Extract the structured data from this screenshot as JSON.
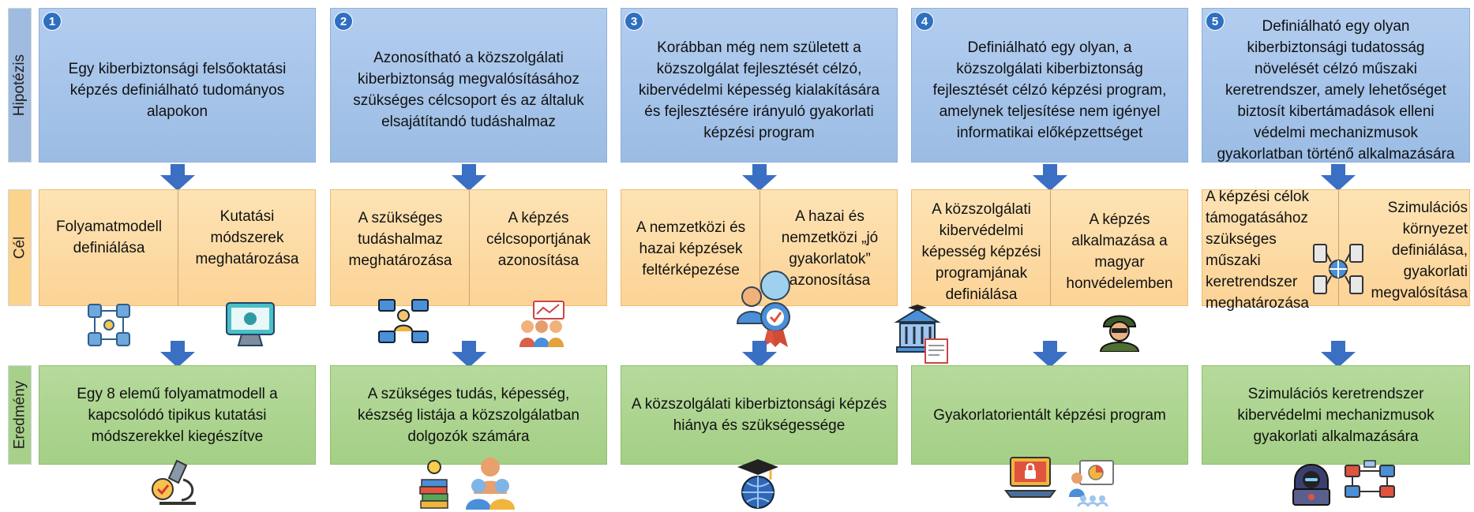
{
  "row_labels": {
    "hypothesis": "Hipotézis",
    "goal": "Cél",
    "result": "Eredmény"
  },
  "columns": [
    {
      "number": "1",
      "hypothesis": "Egy kiberbiztonsági felsőoktatási képzés definiálható tudományos alapokon",
      "goals": [
        "Folyamatmodell definiálása",
        "Kutatási módszerek meghatározása"
      ],
      "result": "Egy 8 elemű folyamatmodell a kapcsolódó tipikus kutatási módszerekkel kiegészítve",
      "icons": [
        "process-model-icon",
        "computer-icon",
        "microscope-icon"
      ]
    },
    {
      "number": "2",
      "hypothesis": "Azonosítható a közszolgálati kiberbiztonság megvalósításához szükséges célcsoport és az általuk elsajátítandó tudáshalmaz",
      "goals": [
        "A szükséges tudáshalmaz meghatározása",
        "A képzés célcsoportjának azonosítása"
      ],
      "result": "A szükséges tudás, képesség, készség listája a közszolgálatban dolgozók számára",
      "icons": [
        "network-people-icon",
        "group-presentation-icon",
        "books-idea-icon",
        "people-icon"
      ]
    },
    {
      "number": "3",
      "hypothesis": "Korábban még nem született a közszolgálat fejlesztését célzó, kibervédelmi képesség kialakítására és fejlesztésére irányuló gyakorlati képzési program",
      "goals": [
        "A nemzetközi és hazai képzések feltérképezése",
        "A hazai és nemzetközi „jó gyakorlatok” azonosítása"
      ],
      "result": "A közszolgálati kiberbiztonsági képzés hiánya és szükségessége",
      "icons": [
        "good-practice-badge-icon",
        "graduation-globe-icon"
      ]
    },
    {
      "number": "4",
      "hypothesis": "Definiálható egy olyan, a közszolgálati kiberbiztonság fejlesztését célzó képzési program, amelynek teljesítése nem igényel informatikai előképzettséget",
      "goals": [
        "A közszolgálati kibervédelmi képesség képzési programjának definiálása",
        "A képzés alkalmazása a magyar honvédelemben"
      ],
      "result": "Gyakorlatorientált képzési program",
      "icons": [
        "university-icon",
        "soldier-icon",
        "laptop-lock-icon",
        "training-icon"
      ]
    },
    {
      "number": "5",
      "hypothesis": "Definiálható egy olyan kiberbiztonsági tudatosság növelését célzó műszaki keretrendszer, amely lehetőséget biztosít kibertámadások elleni védelmi mechanizmusok gyakorlatban történő alkalmazására",
      "goals": [
        "A képzési célok támogatásához szükséges műszaki keretrendszer meghatározása",
        "Szimulációs környezet definiálása, gyakorlati megvalósítása"
      ],
      "result": "Szimulációs keretrendszer kibervédelmi mechanizmusok gyakorlati alkalmazására",
      "icons": [
        "devices-network-icon",
        "hacker-icon",
        "network-diagram-icon"
      ]
    }
  ],
  "colors": {
    "hypothesis": "#a9c5ea",
    "goal": "#fcd89e",
    "result": "#abd38e",
    "arrow": "#3a6fc4",
    "number_badge": "#2f6fc0"
  }
}
